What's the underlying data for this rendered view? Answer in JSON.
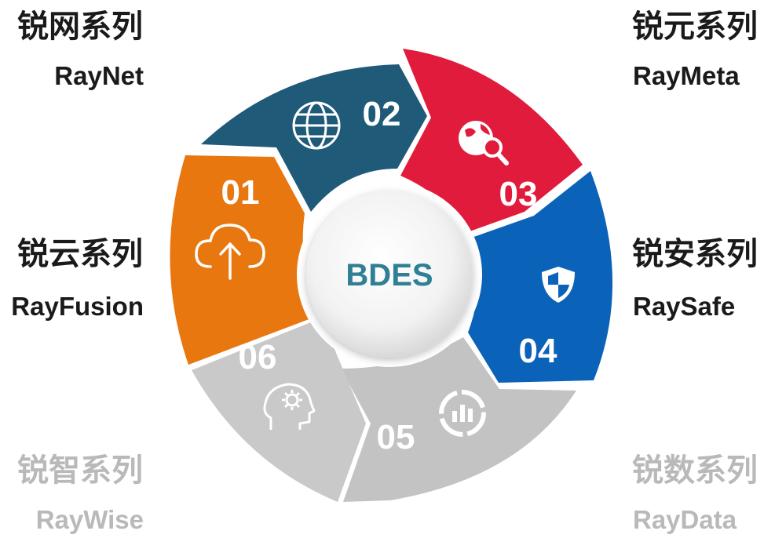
{
  "center": {
    "label": "BDES"
  },
  "segments": [
    {
      "number": "01",
      "cn": "锐云系列",
      "en": "RayFusion",
      "color": "#e8770f",
      "icon": "cloud-upload-icon",
      "label_color": "dark"
    },
    {
      "number": "02",
      "cn": "锐网系列",
      "en": "RayNet",
      "color": "#205a79",
      "icon": "globe-icon",
      "label_color": "dark"
    },
    {
      "number": "03",
      "cn": "锐元系列",
      "en": "RayMeta",
      "color": "#e01b3c",
      "icon": "globe-search-icon",
      "label_color": "dark"
    },
    {
      "number": "04",
      "cn": "锐安系列",
      "en": "RaySafe",
      "color": "#0a63b8",
      "icon": "shield-icon",
      "label_color": "dark"
    },
    {
      "number": "05",
      "cn": "锐数系列",
      "en": "RayData",
      "color": "#c3c3c3",
      "icon": "bar-chart-icon",
      "label_color": "grey"
    },
    {
      "number": "06",
      "cn": "锐智系列",
      "en": "RayWise",
      "color": "#c9c9c9",
      "icon": "head-gear-icon",
      "label_color": "grey"
    }
  ]
}
